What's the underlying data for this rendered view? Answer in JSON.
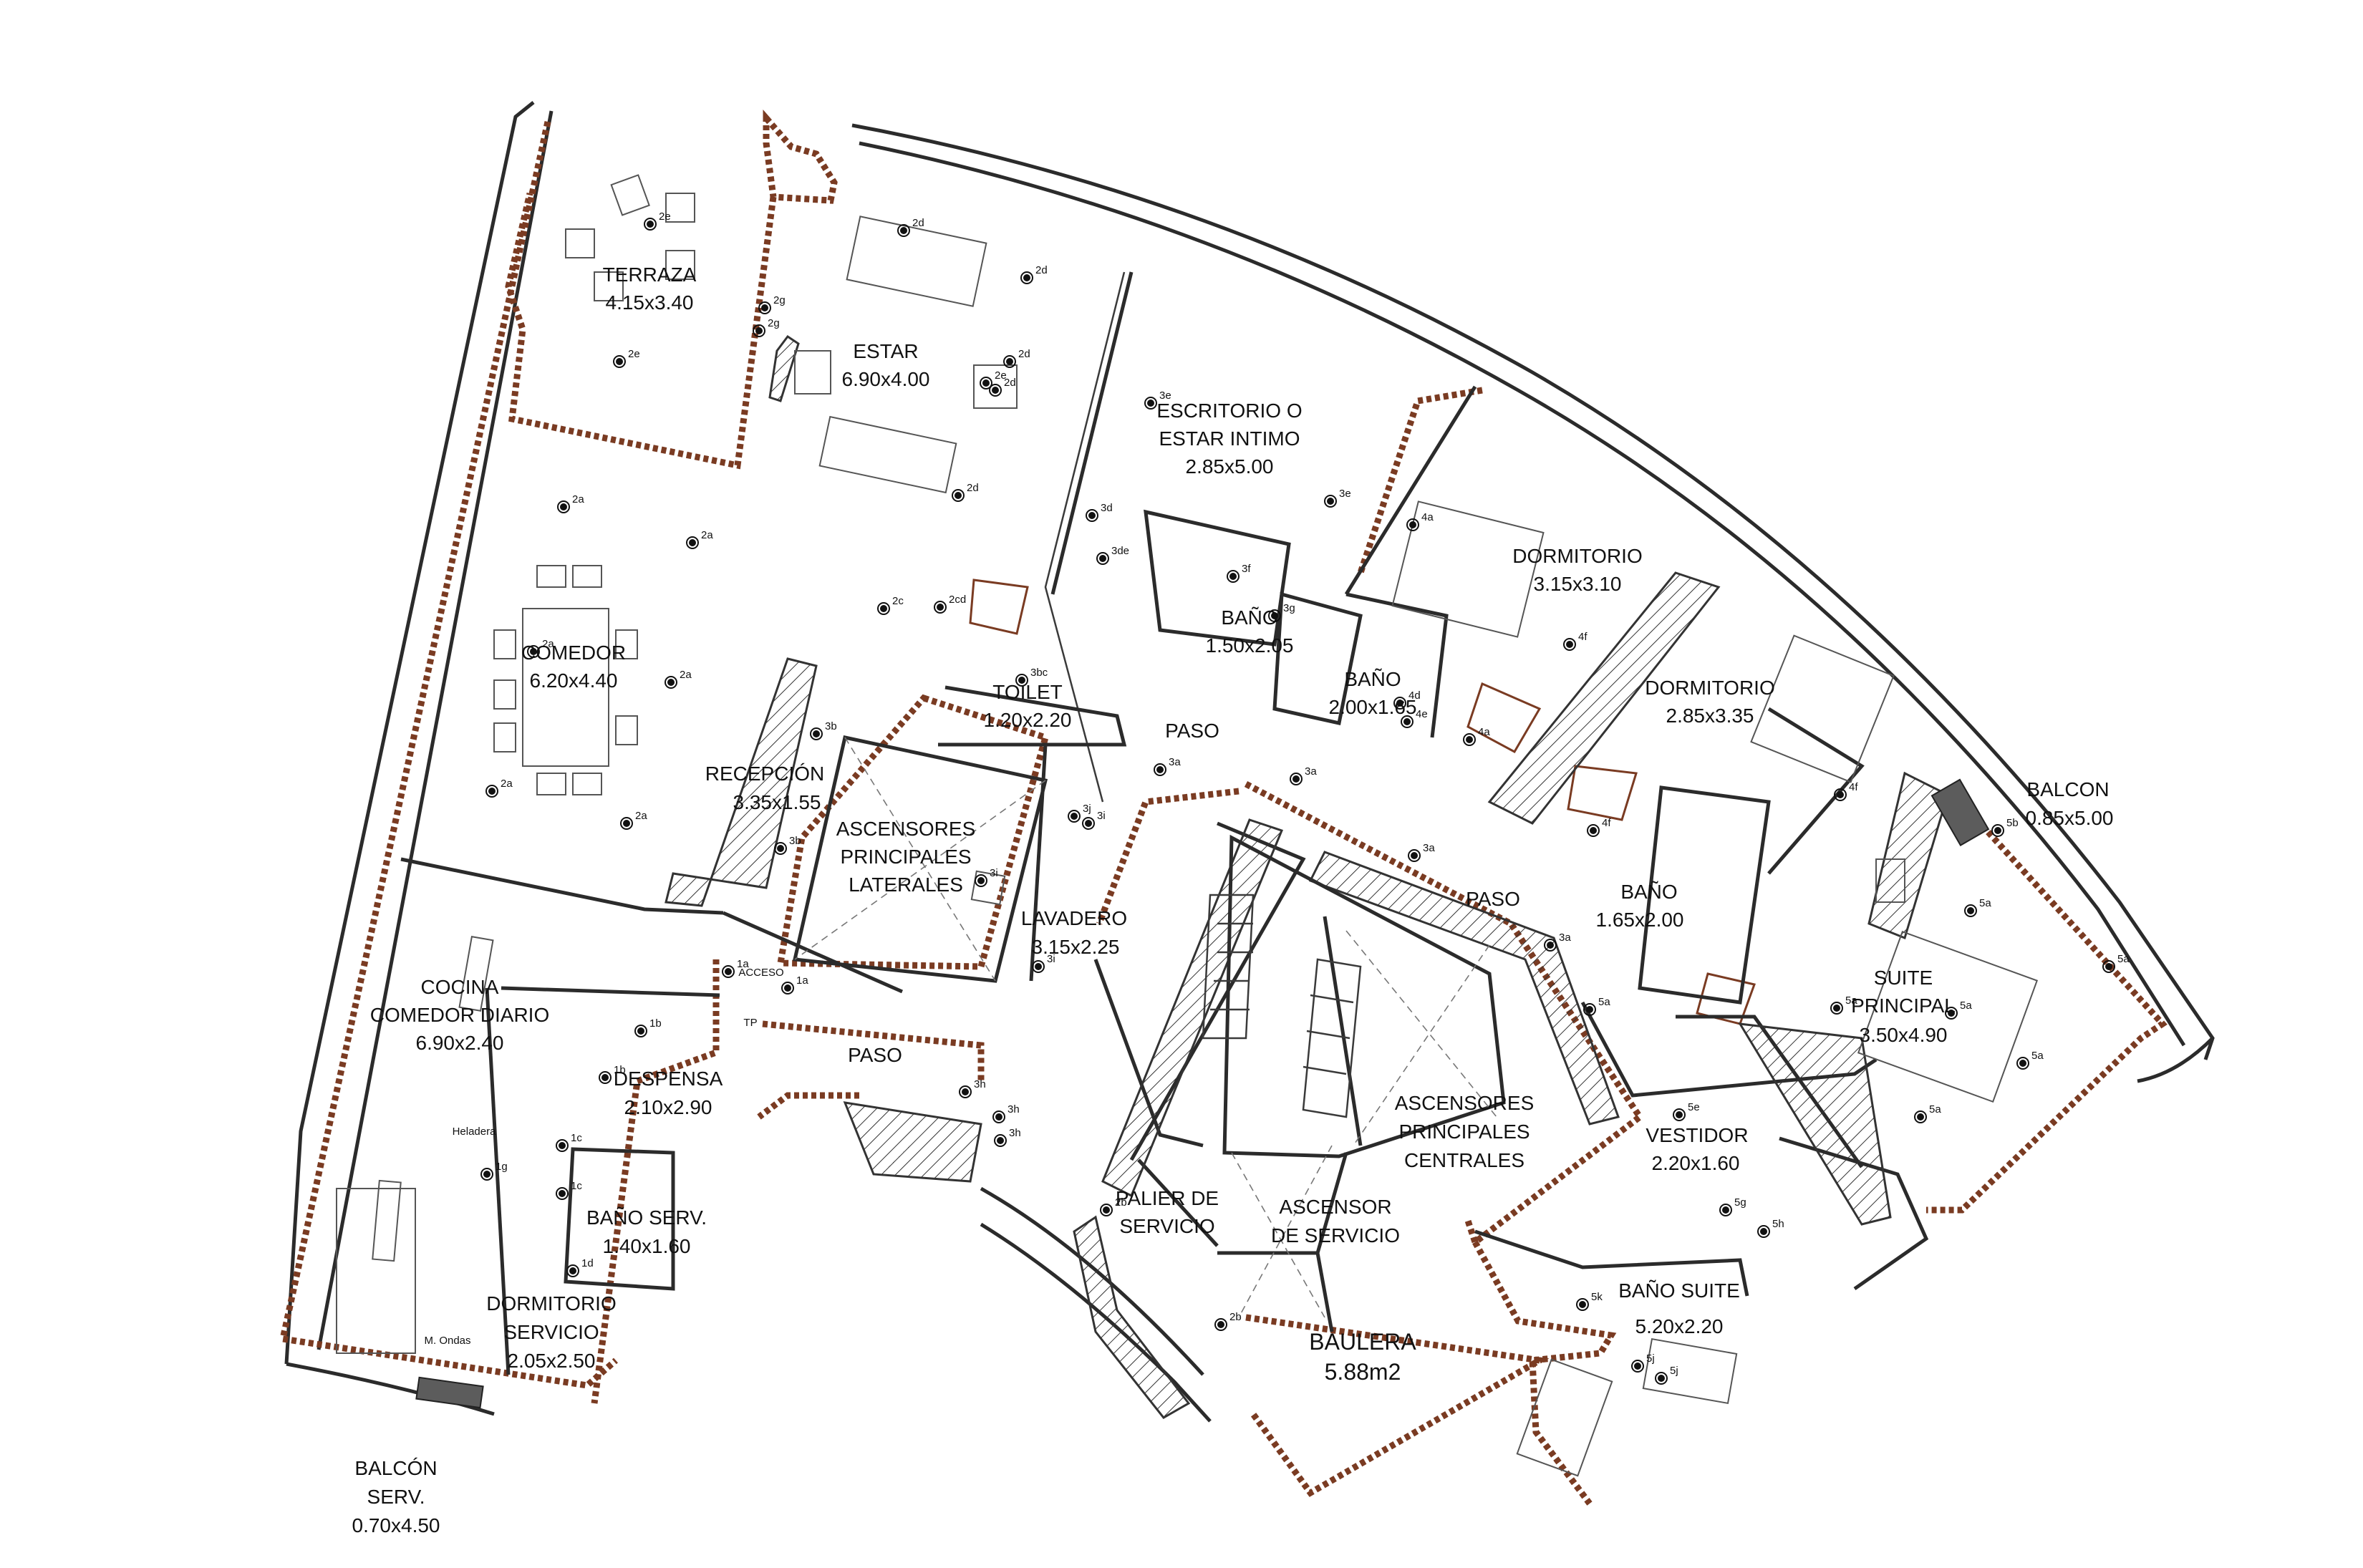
{
  "rooms": {
    "terraza": {
      "name": "TERRAZA",
      "dim": "4.15x3.40"
    },
    "estar": {
      "name": "ESTAR",
      "dim": "6.90x4.00"
    },
    "escritorio": {
      "name_1": "ESCRITORIO O",
      "name_2": "ESTAR INTIMO",
      "dim": "2.85x5.00"
    },
    "dormitorio_1": {
      "name": "DORMITORIO",
      "dim": "3.15x3.10"
    },
    "dormitorio_2": {
      "name": "DORMITORIO",
      "dim": "2.85x3.35"
    },
    "comedor": {
      "name": "COMEDOR",
      "dim": "6.20x4.40"
    },
    "bano_1": {
      "name": "BAÑO",
      "dim": "1.50x2.05"
    },
    "bano_2": {
      "name": "BAÑO",
      "dim": "2.00x1.65"
    },
    "bano_3": {
      "name": "BAÑO",
      "dim": "1.65x2.00"
    },
    "toilet": {
      "name": "TOILET",
      "dim": "1.20x2.20"
    },
    "recepcion": {
      "name": "RECEPCIÓN",
      "dim": "3.35x1.55"
    },
    "asc_laterales": {
      "name_1": "ASCENSORES",
      "name_2": "PRINCIPALES",
      "name_3": "LATERALES"
    },
    "lavadero": {
      "name": "LAVADERO",
      "dim": "3.15x2.25"
    },
    "paso_1": {
      "name": "PASO"
    },
    "paso_2": {
      "name": "PASO"
    },
    "paso_3": {
      "name": "PASO"
    },
    "cocina": {
      "name_1": "COCINA",
      "name_2": "COMEDOR DIARIO",
      "dim": "6.90x2.40"
    },
    "despensa": {
      "name": "DESPENSA",
      "dim": "2.10x2.90"
    },
    "bano_serv": {
      "name": "BAÑO SERV.",
      "dim": "1.40x1.60"
    },
    "dormitorio_serv": {
      "name_1": "DORMITORIO",
      "name_2": "SERVICIO",
      "dim": "2.05x2.50"
    },
    "balcon_serv": {
      "name_1": "BALCÓN",
      "name_2": "SERV.",
      "dim": "0.70x4.50"
    },
    "palier": {
      "name_1": "PALIER DE",
      "name_2": "SERVICIO"
    },
    "asc_servicio": {
      "name_1": "ASCENSOR",
      "name_2": "DE SERVICIO"
    },
    "asc_centrales": {
      "name_1": "ASCENSORES",
      "name_2": "PRINCIPALES",
      "name_3": "CENTRALES"
    },
    "baulera": {
      "name": "BAULERA",
      "dim": "5.88m2"
    },
    "vestidor": {
      "name": "VESTIDOR",
      "dim": "2.20x1.60"
    },
    "bano_suite": {
      "name": "BAÑO SUITE",
      "dim": "5.20x2.20"
    },
    "suite": {
      "name_1": "SUITE",
      "name_2": "PRINCIPAL",
      "dim": "3.50x4.90"
    },
    "balcon": {
      "name": "BALCON",
      "dim": "0.85x5.00"
    }
  },
  "circuit_codes": [
    "2e",
    "2e",
    "2d",
    "2d",
    "2g",
    "2g",
    "2d",
    "2e",
    "2d",
    "2d",
    "2a",
    "2a",
    "2a",
    "2a",
    "2a",
    "2a",
    "2c",
    "2cd",
    "3e",
    "3e",
    "3d",
    "3de",
    "3f",
    "3g",
    "4a",
    "4f",
    "4d",
    "4e",
    "3bc",
    "3b",
    "3b",
    "3a",
    "3a",
    "3i",
    "3j",
    "3i",
    "3i",
    "3h",
    "3h",
    "3h",
    "4a",
    "4f",
    "4f",
    "3a",
    "3a",
    "5b",
    "5a",
    "5a",
    "5a",
    "5a",
    "5a",
    "5a",
    "5e",
    "5g",
    "5h",
    "5j",
    "5j",
    "5k",
    "1a",
    "1a",
    "1b",
    "1b",
    "1c",
    "1c",
    "1d",
    "1g",
    "2b",
    "2b",
    "5a"
  ],
  "small_notes": {
    "heladera": "Heladera",
    "microondas": "M. Ondas",
    "acceso": "ACCESO",
    "tp": "TP"
  },
  "colors": {
    "brick": "#7a3b22",
    "wall": "#2b2b2b"
  }
}
